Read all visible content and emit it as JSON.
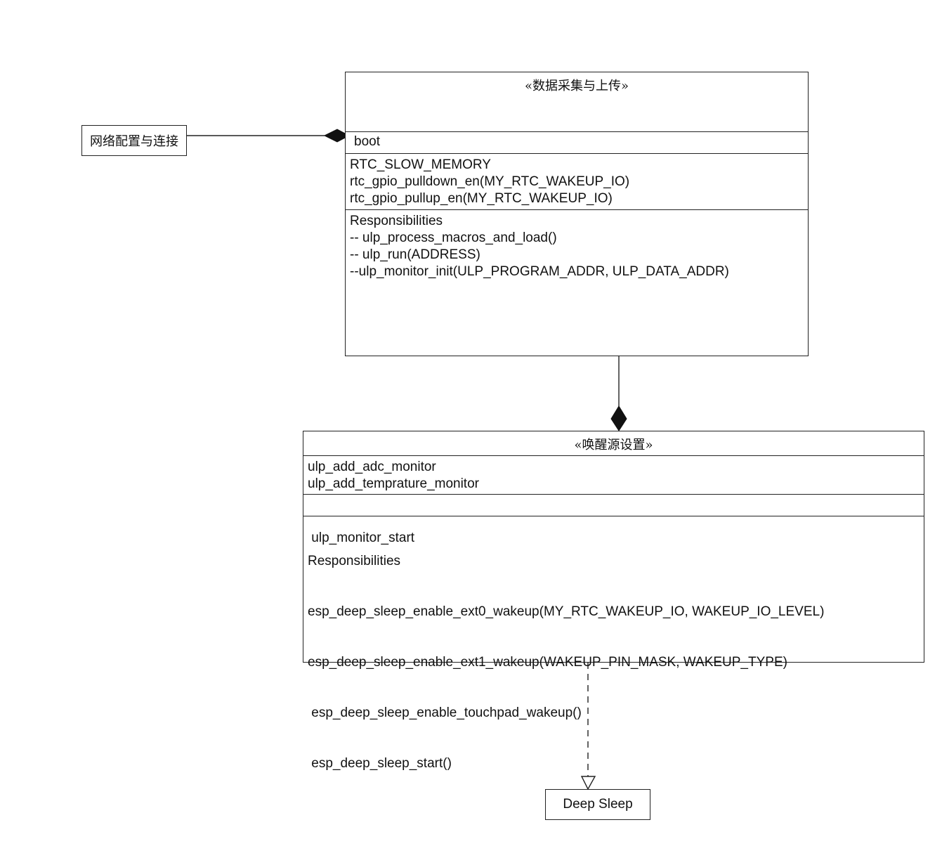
{
  "network_box": {
    "label": "网络配置与连接"
  },
  "data_class": {
    "stereotype": "«数据采集与上传»",
    "attributes": [
      "boot"
    ],
    "operations": [
      "RTC_SLOW_MEMORY",
      "rtc_gpio_pulldown_en(MY_RTC_WAKEUP_IO)",
      "rtc_gpio_pullup_en(MY_RTC_WAKEUP_IO)"
    ],
    "responsibilities": [
      "Responsibilities",
      "--  ulp_process_macros_and_load()",
      "-- ulp_run(ADDRESS)",
      "--ulp_monitor_init(ULP_PROGRAM_ADDR, ULP_DATA_ADDR)"
    ]
  },
  "wakeup_class": {
    "stereotype": "«唤醒源设置»",
    "attributes": [
      "ulp_add_adc_monitor",
      "ulp_add_temprature_monitor"
    ],
    "operations": [
      " ulp_monitor_start"
    ],
    "responsibilities": [
      "Responsibilities",
      "esp_deep_sleep_enable_ext0_wakeup(MY_RTC_WAKEUP_IO, WAKEUP_IO_LEVEL)",
      "esp_deep_sleep_enable_ext1_wakeup(WAKEUP_PIN_MASK, WAKEUP_TYPE)",
      " esp_deep_sleep_enable_touchpad_wakeup()",
      " esp_deep_sleep_start()"
    ]
  },
  "deep_sleep_box": {
    "label": "Deep Sleep"
  },
  "colors": {
    "stroke": "#222222",
    "background": "#ffffff"
  }
}
